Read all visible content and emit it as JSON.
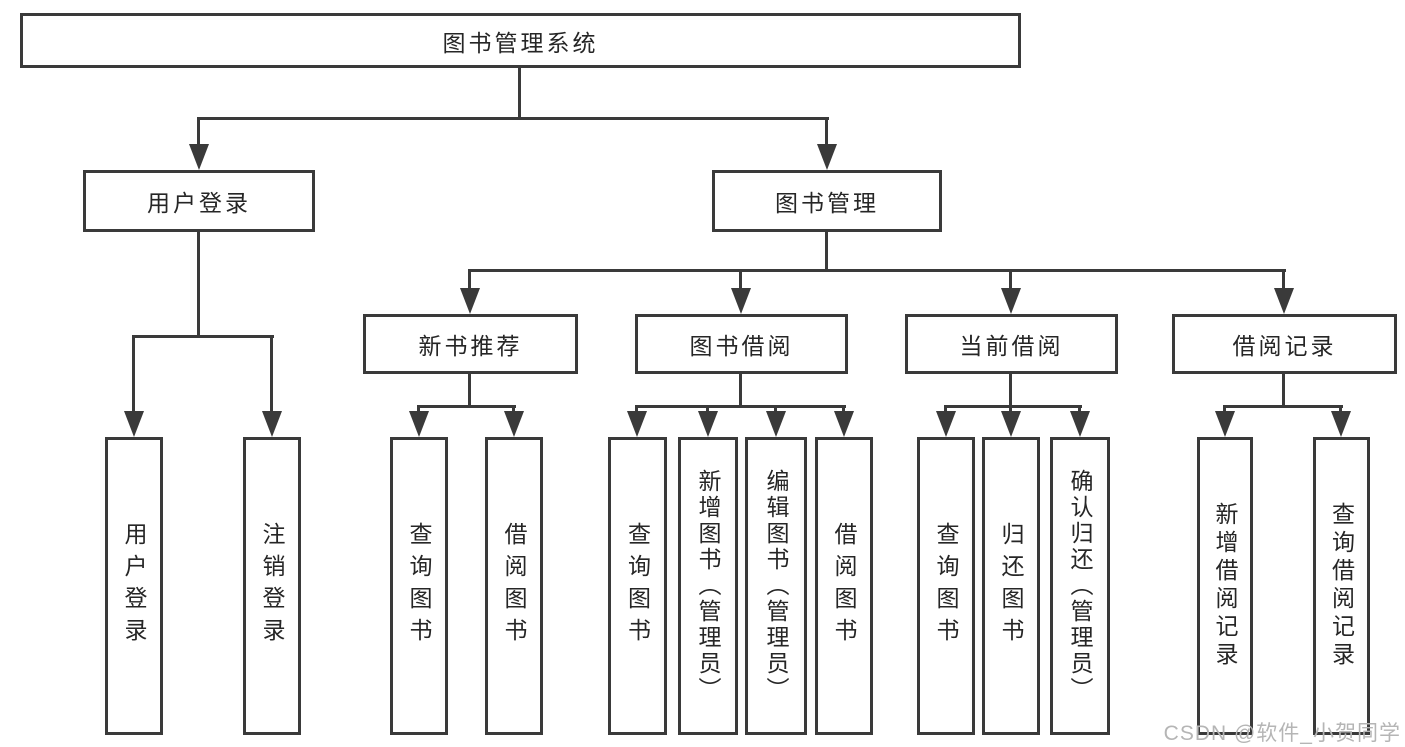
{
  "diagram_title": "图书管理系统",
  "tree": {
    "label": "图书管理系统",
    "children": [
      {
        "label": "用户登录",
        "children": [
          {
            "label": "用户登录"
          },
          {
            "label": "注销登录"
          }
        ]
      },
      {
        "label": "图书管理",
        "children": [
          {
            "label": "新书推荐",
            "children": [
              {
                "label": "查询图书"
              },
              {
                "label": "借阅图书"
              }
            ]
          },
          {
            "label": "图书借阅",
            "children": [
              {
                "label": "查询图书"
              },
              {
                "label": "新增图书（管理员）"
              },
              {
                "label": "编辑图书（管理员）"
              },
              {
                "label": "借阅图书"
              }
            ]
          },
          {
            "label": "当前借阅",
            "children": [
              {
                "label": "查询图书"
              },
              {
                "label": "归还图书"
              },
              {
                "label": "确认归还（管理员）"
              }
            ]
          },
          {
            "label": "借阅记录",
            "children": [
              {
                "label": "新增借阅记录"
              },
              {
                "label": "查询借阅记录"
              }
            ]
          }
        ]
      }
    ]
  },
  "watermark": {
    "text": "CSDN @软件_小贺同学"
  },
  "colors": {
    "line": "#3a3a3a",
    "text": "#262626",
    "watermark": "#b5b5b5",
    "background": "#ffffff"
  }
}
